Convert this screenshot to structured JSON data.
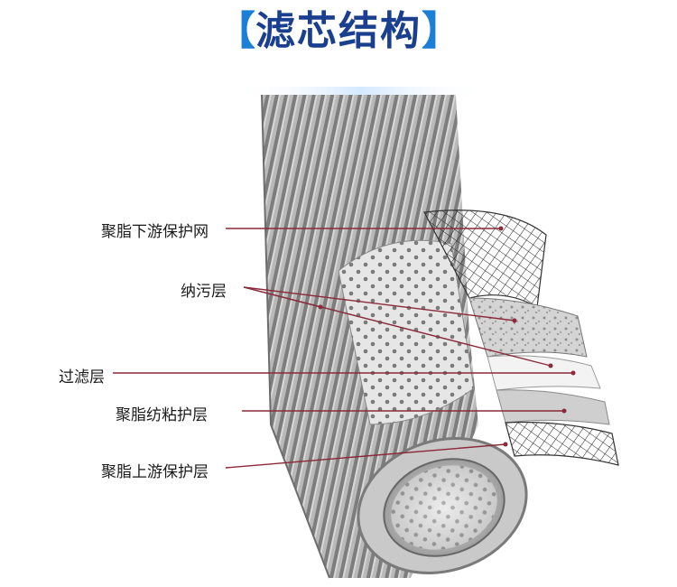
{
  "title": {
    "open_bracket": "【",
    "text": "滤芯结构",
    "close_bracket": "】"
  },
  "labels": {
    "downstream_mesh": "聚脂下游保护网",
    "nano_layer": "纳污层",
    "filter_layer": "过滤层",
    "spunbond_layer": "聚脂纺粘护层",
    "upstream_layer": "聚脂上游保护层"
  },
  "colors": {
    "title_bracket": "#1b7fd6",
    "title_text": "#1a3f8f",
    "leader_line": "#8a2a3a",
    "cylinder": "#9a9a9a"
  }
}
